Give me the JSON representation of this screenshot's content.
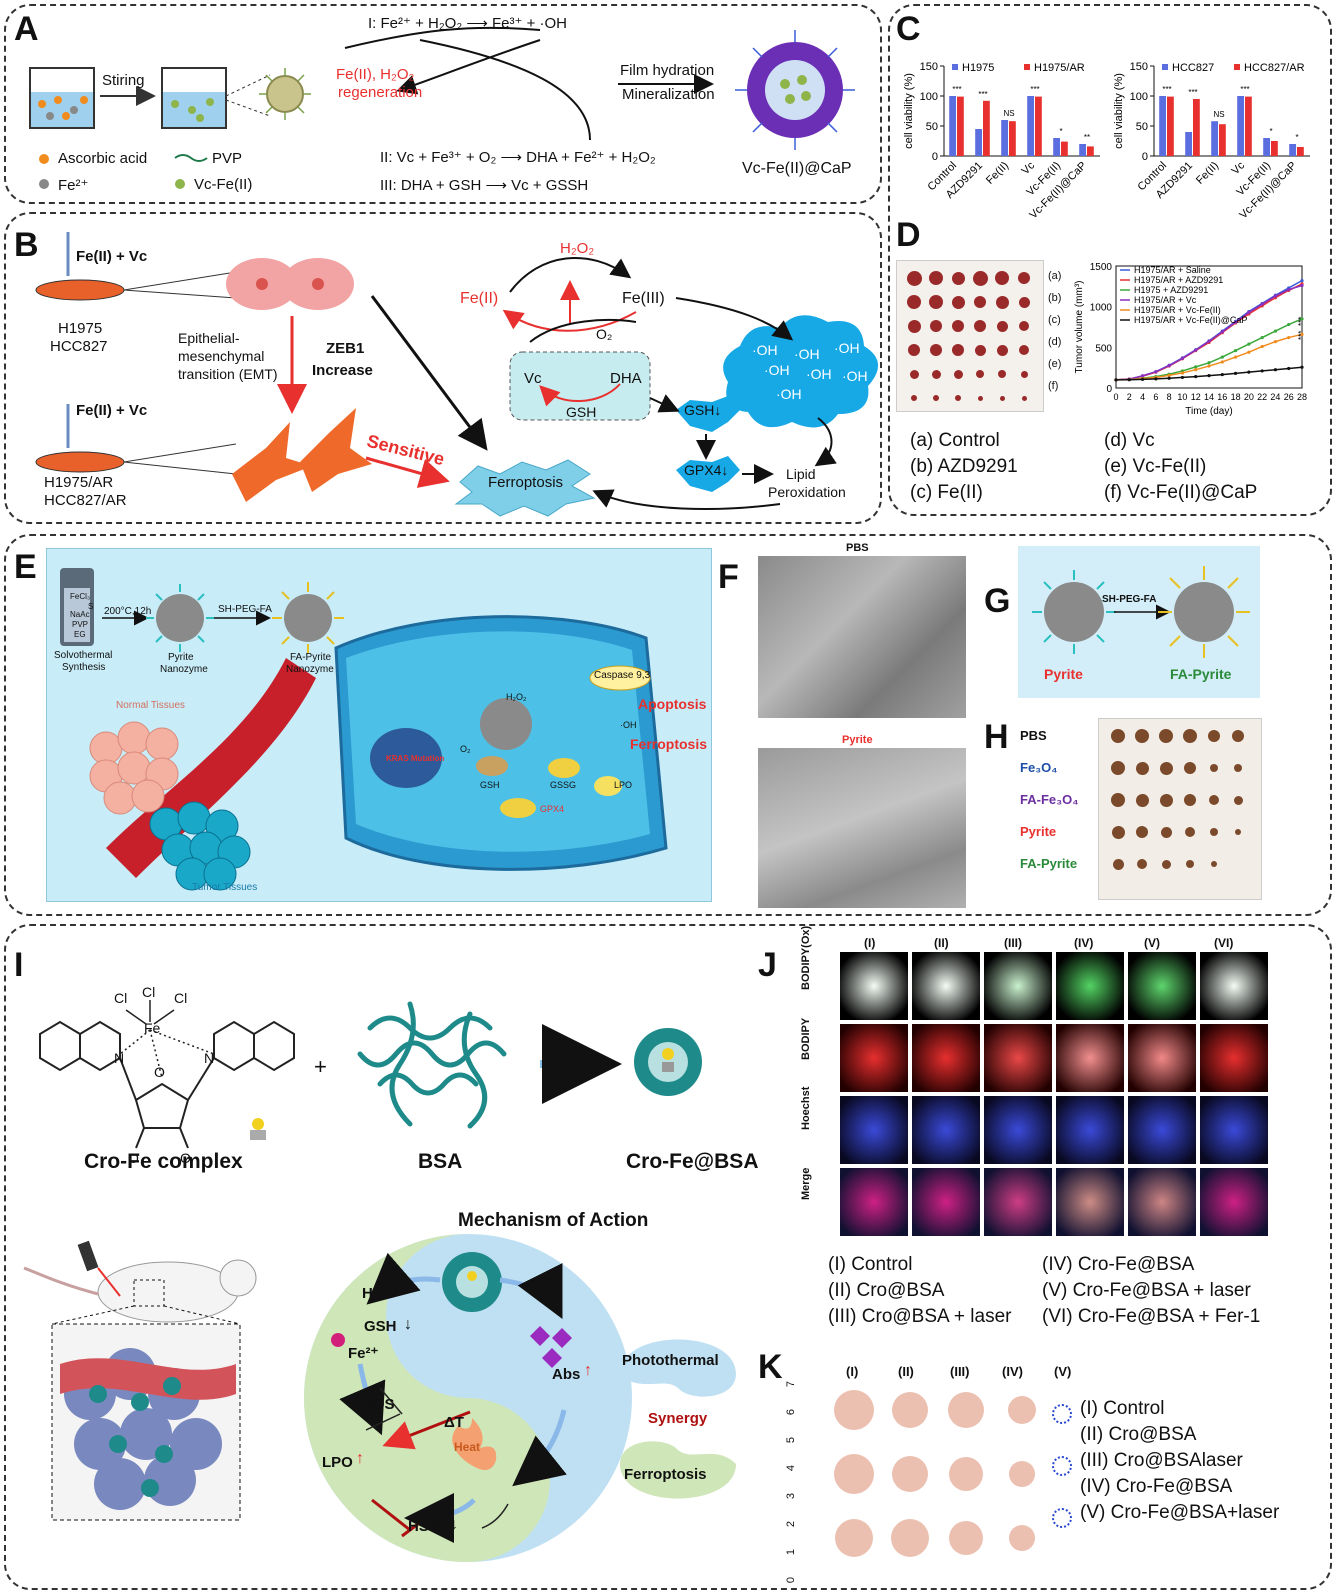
{
  "panels": {
    "A": {
      "label": "A",
      "stiring": "Stiring",
      "regen_line1": "Fe(II), H₂O₂",
      "regen_line2": "regeneration",
      "eq1": "I:  Fe²⁺ + H₂O₂ ⟶ Fe³⁺ + ·OH",
      "eq2": "II: Vc + Fe³⁺ + O₂ ⟶ DHA + Fe²⁺ + H₂O₂",
      "eq3": "III:  DHA + GSH ⟶ Vc + GSSH",
      "film_hydration": "Film hydration",
      "mineralization": "Mineralization",
      "product": "Vc-Fe(II)@CaP",
      "legend": [
        "Ascorbic acid",
        "PVP",
        "Fe²⁺",
        "Vc-Fe(II)"
      ]
    },
    "B": {
      "label": "B",
      "treat1": "Fe(II) + Vc",
      "treat2": "Fe(II) + Vc",
      "cells1": [
        "H1975",
        "HCC827"
      ],
      "cells2": [
        "H1975/AR",
        "HCC827/AR"
      ],
      "emt": [
        "Epithelial-",
        "mesenchymal",
        "transition (EMT)"
      ],
      "zeb1": [
        "ZEB1",
        "Increase"
      ],
      "sensitive": "Sensitive",
      "ferroptosis": "Ferroptosis",
      "h2o2": "H₂O₂",
      "fe2": "Fe(II)",
      "fe3": "Fe(III)",
      "o2": "O₂",
      "vc": "Vc",
      "dha": "DHA",
      "gsh": "GSH",
      "gsh_down": "GSH↓",
      "gpx4_down": "GPX4↓",
      "oh": "·OH",
      "lipid": [
        "Lipid",
        "Peroxidation"
      ]
    },
    "C": {
      "label": "C",
      "ylabel": "cell viability (%)",
      "ns": "NS"
    },
    "D": {
      "label": "D",
      "row_labels": [
        "(a)",
        "(b)",
        "(c)",
        "(d)",
        "(e)",
        "(f)"
      ],
      "legend_left": [
        "(a) Control",
        "(b) AZD9291",
        "(c) Fe(II)"
      ],
      "legend_right": [
        "(d) Vc",
        "(e) Vc-Fe(II)",
        "(f) Vc-Fe(II)@CaP"
      ]
    },
    "E": {
      "label": "E",
      "solvothermal": [
        "Solvothermal",
        "Synthesis"
      ],
      "condition": "200°C,12h",
      "pyrite": [
        "Pyrite",
        "Nanozyme"
      ],
      "sh_peg_fa": "SH-PEG-FA",
      "fa_pyrite": [
        "FA-Pyrite",
        "Nanozyme"
      ],
      "vial": [
        "FeCl₃",
        "S",
        "NaAc",
        "PVP",
        "EG"
      ],
      "normal": "Normal Tissues",
      "tumor": "Tumor Tissues",
      "kras": "KRAS Mutation",
      "caspase": "Caspase 9,3",
      "apoptosis": "Apoptosis",
      "ferroptosis": "Ferroptosis",
      "gsh": "GSH",
      "gssg": "GSSG",
      "gpx4": "GPX4",
      "lpo": "LPO",
      "o2": "O₂",
      "h2o2": "H₂O₂",
      "oh": "·OH"
    },
    "F": {
      "label": "F",
      "top": "PBS",
      "bottom": "Pyrite"
    },
    "G": {
      "label": "G",
      "arrow": "SH-PEG-FA",
      "left": "Pyrite",
      "right": "FA-Pyrite"
    },
    "H": {
      "label": "H",
      "groups": [
        "PBS",
        "Fe₃O₄",
        "FA-Fe₃O₄",
        "Pyrite",
        "FA-Pyrite"
      ],
      "colors": [
        "#111111",
        "#1e4fa8",
        "#6b2fa0",
        "#e8312f",
        "#2a8a3a"
      ]
    },
    "I": {
      "label": "I",
      "cro_fe": "Cro-Fe complex",
      "bsa": "BSA",
      "product": "Cro-Fe@BSA",
      "plus": "+",
      "mechanism": "Mechanism of Action",
      "cl": "Cl",
      "fe": "Fe",
      "n": "N",
      "o": "O",
      "hplus": "H⁺",
      "gsh": "GSH",
      "fe2": "Fe²⁺",
      "ros": "ROS",
      "lpo": "LPO",
      "hsps": "HSPs",
      "abs": "Abs",
      "dt": "ΔT",
      "heat": "Heat",
      "photothermal": "Photothermal",
      "synergy": "Synergy",
      "ferroptosis": "Ferroptosis"
    },
    "J": {
      "label": "J",
      "cols": [
        "(I)",
        "(II)",
        "(III)",
        "(IV)",
        "(V)",
        "(VI)"
      ],
      "rows": [
        "BODIPY(Ox)",
        "BODIPY",
        "Hoechst",
        "Merge"
      ],
      "legend_left": [
        "(I) Control",
        "(II) Cro@BSA",
        "(III) Cro@BSA + laser"
      ],
      "legend_right": [
        "(IV) Cro-Fe@BSA",
        "(V) Cro-Fe@BSA + laser",
        "(VI) Cro-Fe@BSA + Fer-1"
      ]
    },
    "K": {
      "label": "K",
      "cols": [
        "(I)",
        "(II)",
        "(III)",
        "(IV)",
        "(V)"
      ],
      "legend": [
        "(I) Control",
        "(II) Cro@BSA",
        "(III) Cro@BSAlaser",
        "(IV) Cro-Fe@BSA",
        "(V) Cro-Fe@BSA+laser"
      ],
      "ruler": [
        "7",
        "6",
        "5",
        "4",
        "3",
        "2",
        "1",
        "0"
      ]
    }
  },
  "chart_data": [
    {
      "type": "bar",
      "title": "",
      "ylabel": "cell viability (%)",
      "ylim": [
        0,
        150
      ],
      "yticks": [
        0,
        50,
        100,
        150
      ],
      "categories": [
        "Control",
        "AZD9291",
        "Fe(II)",
        "Vc",
        "Vc-Fe(II)",
        "Vc-Fe(II)@CaP"
      ],
      "series": [
        {
          "name": "H1975",
          "color": "#5b6ee0",
          "values": [
            100,
            45,
            60,
            100,
            30,
            20
          ]
        },
        {
          "name": "H1975/AR",
          "color": "#e8312f",
          "values": [
            99,
            92,
            58,
            99,
            24,
            16
          ]
        }
      ],
      "annotations": [
        "***",
        "***",
        "NS",
        "***",
        "*",
        "**"
      ]
    },
    {
      "type": "bar",
      "title": "",
      "ylabel": "cell viability (%)",
      "ylim": [
        0,
        150
      ],
      "yticks": [
        0,
        50,
        100,
        150
      ],
      "categories": [
        "Control",
        "AZD9291",
        "Fe(II)",
        "Vc",
        "Vc-Fe(II)",
        "Vc-Fe(II)@CaP"
      ],
      "series": [
        {
          "name": "HCC827",
          "color": "#5b6ee0",
          "values": [
            100,
            40,
            58,
            100,
            30,
            20
          ]
        },
        {
          "name": "HCC827/AR",
          "color": "#e8312f",
          "values": [
            99,
            95,
            53,
            99,
            25,
            15
          ]
        }
      ],
      "annotations": [
        "***",
        "***",
        "NS",
        "***",
        "*",
        "*"
      ]
    },
    {
      "type": "line",
      "title": "",
      "xlabel": "Time (day)",
      "ylabel": "Tumor volume (mm³)",
      "ylim": [
        0,
        1500
      ],
      "yticks": [
        0,
        500,
        1000,
        1500
      ],
      "x": [
        0,
        2,
        4,
        6,
        8,
        10,
        12,
        14,
        16,
        18,
        20,
        22,
        24,
        26,
        28
      ],
      "series": [
        {
          "name": "H1975/AR + Saline",
          "color": "#3a5bd9",
          "values": [
            100,
            110,
            150,
            200,
            280,
            370,
            470,
            580,
            700,
            820,
            940,
            1040,
            1140,
            1230,
            1320
          ]
        },
        {
          "name": "H1975/AR + AZD9291",
          "color": "#e8312f",
          "values": [
            100,
            110,
            145,
            195,
            270,
            360,
            460,
            560,
            680,
            800,
            910,
            1010,
            1110,
            1200,
            1280
          ]
        },
        {
          "name": "H1975 + AZD9291",
          "color": "#3aa83a",
          "values": [
            100,
            105,
            120,
            140,
            170,
            210,
            260,
            310,
            380,
            460,
            540,
            620,
            700,
            780,
            850
          ]
        },
        {
          "name": "H1975/AR + Vc",
          "color": "#8b2fbf",
          "values": [
            100,
            110,
            150,
            200,
            275,
            365,
            465,
            575,
            690,
            810,
            930,
            1030,
            1130,
            1210,
            1260
          ]
        },
        {
          "name": "H1975/AR + Vc-Fe(II)",
          "color": "#f08c1e",
          "values": [
            100,
            104,
            115,
            130,
            155,
            185,
            225,
            270,
            320,
            380,
            440,
            510,
            570,
            620,
            660
          ]
        },
        {
          "name": "H1975/AR + Vc-Fe(II)@CaP",
          "color": "#111111",
          "values": [
            100,
            102,
            106,
            112,
            120,
            130,
            140,
            152,
            165,
            180,
            195,
            210,
            225,
            240,
            255
          ]
        }
      ],
      "annotations": [
        "***",
        "***"
      ]
    }
  ]
}
